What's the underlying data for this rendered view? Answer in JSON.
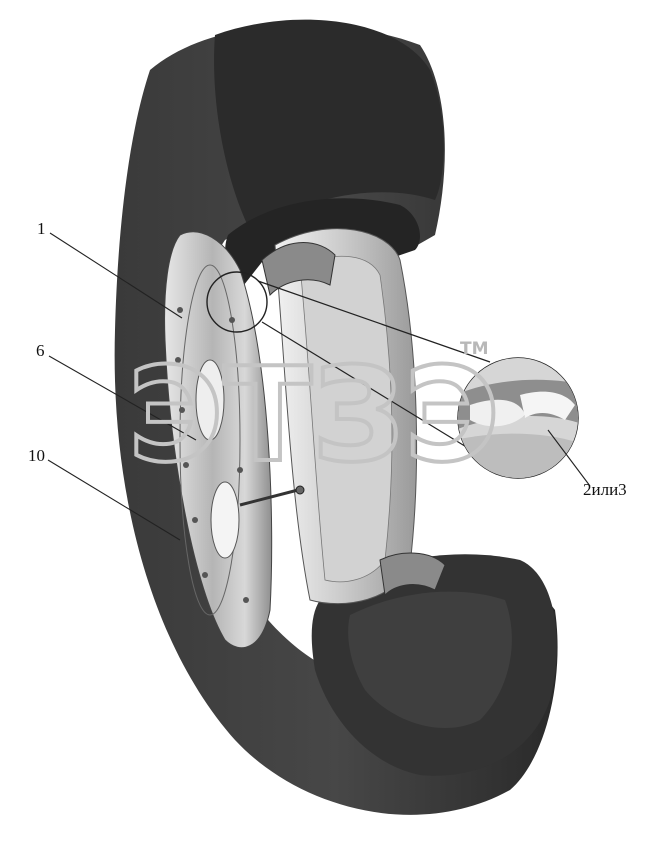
{
  "figure": {
    "callouts": {
      "rim": "1",
      "valve": "6",
      "tire": "10",
      "lock_ring": "2или3"
    },
    "watermark": {
      "text": "ЭТЗЭ",
      "tm": "TM"
    }
  },
  "colors": {
    "tire_dark": "#2e2e2e",
    "tire_mid": "#4a4a4a",
    "rim_light": "#dcdcdc",
    "rim_mid": "#a9a9a9",
    "watermark": "#c4c4c4",
    "leader": "#222222"
  }
}
